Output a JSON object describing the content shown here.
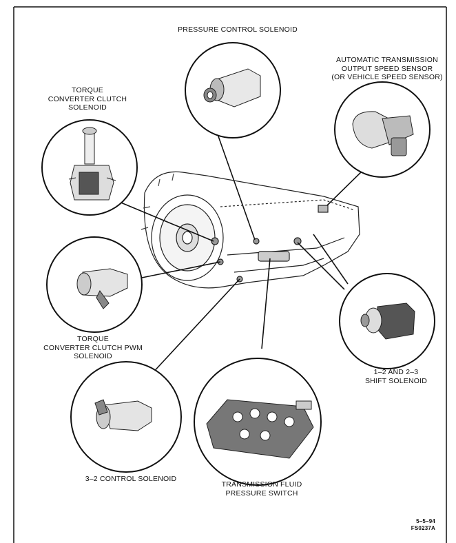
{
  "labels": {
    "pressure_control_solenoid": "PRESSURE CONTROL SOLENOID",
    "tcc_solenoid": [
      "TORQUE",
      "CONVERTER CLUTCH",
      "SOLENOID"
    ],
    "output_speed_sensor": [
      "AUTOMATIC TRANSMISSION",
      "OUTPUT SPEED SENSOR",
      "(OR VEHICLE SPEED SENSOR)"
    ],
    "tcc_pwm_solenoid": [
      "TORQUE",
      "CONVERTER CLUTCH PWM",
      "SOLENOID"
    ],
    "shift_solenoid": [
      "1–2 AND 2–3",
      "SHIFT SOLENOID"
    ],
    "control_solenoid_32": "3–2 CONTROL SOLENOID",
    "fluid_pressure_switch": [
      "TRANSMISSION FLUID",
      "PRESSURE SWITCH"
    ]
  },
  "footer": {
    "date": "5–5–94",
    "figure_id": "FS0237A"
  }
}
